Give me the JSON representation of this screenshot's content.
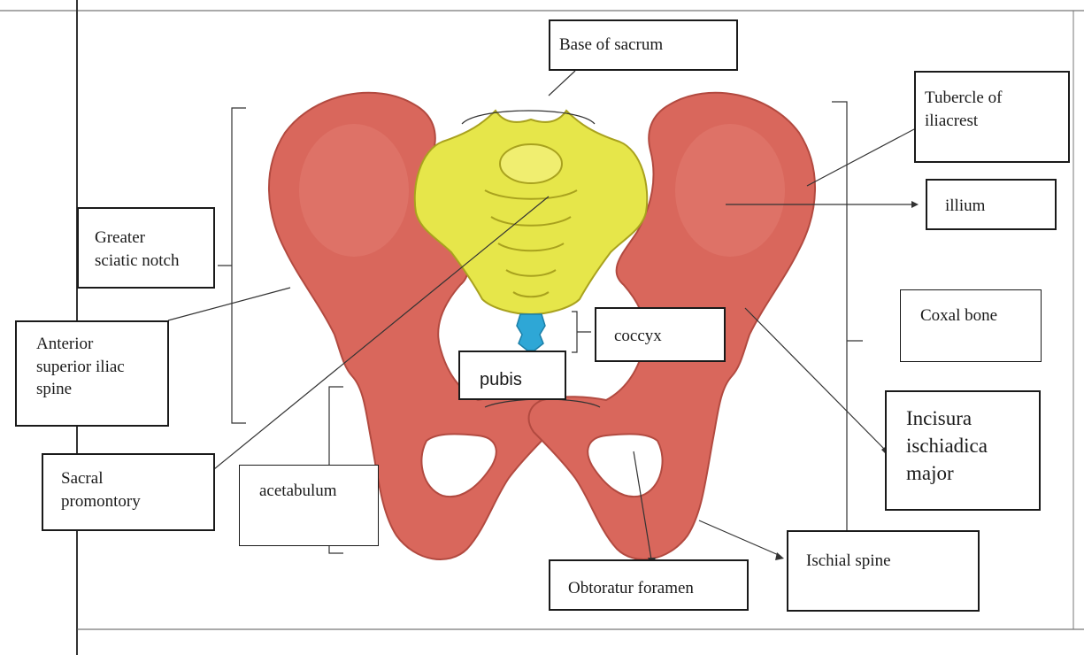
{
  "diagram": {
    "labels": {
      "base_of_sacrum": "Base of sacrum",
      "tubercle_of_iliac_crest": "Tubercle of\niliacrest",
      "illium": "illium",
      "greater_sciatic_notch": "Greater\nsciatic notch",
      "coxal_bone": "Coxal bone",
      "coccyx": "coccyx",
      "anterior_superior_iliac_spine": "Anterior\nsuperior iliac\nspine",
      "pubis": "pubis",
      "incisura_ischiadica_major": "Incisura\nischiadica\nmajor",
      "sacral_promontory": "Sacral\npromontory",
      "acetabulum": "acetabulum",
      "obtoratur_foramen": "Obtoratur foramen",
      "ischial_spine": "Ischial spine"
    },
    "colors": {
      "bone": "#d9675c",
      "bone_outline": "#b24a40",
      "sacrum": "#e6e64a",
      "sacrum_outline": "#a9a21e",
      "coccyx": "#2ea7d6",
      "line": "#333333"
    }
  }
}
